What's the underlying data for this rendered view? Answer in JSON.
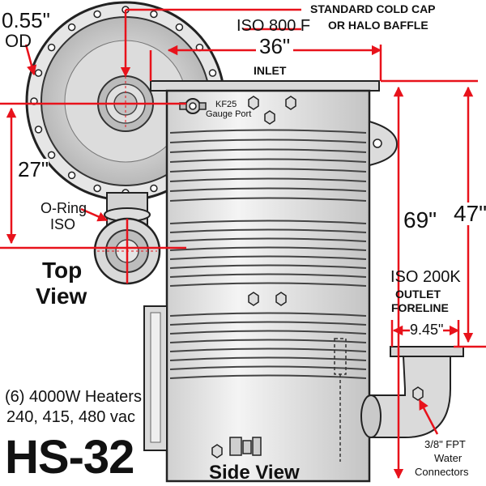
{
  "labels": {
    "od_value": "0.55\"",
    "od_unit": "OD",
    "cap_line1": "STANDARD COLD CAP",
    "cap_line2": "OR HALO BAFFLE",
    "inlet_flange": "ISO 800 F",
    "inlet_width": "36\"",
    "inlet": "INLET",
    "kf25_line1": "KF25",
    "kf25_line2": "Gauge Port",
    "top_dia": "27\"",
    "oring_line1": "O-Ring",
    "oring_line2": "ISO",
    "top_view_line1": "Top",
    "top_view_line2": "View",
    "height_69": "69\"",
    "height_47": "47\"",
    "outlet_flange": "ISO 200K",
    "outlet_line1": "OUTLET",
    "outlet_line2": "FORELINE",
    "outlet_offset": "9.45\"",
    "heaters_line1": "(6) 4000W Heaters",
    "heaters_line2": "240, 415, 480 vac",
    "model": "HS-32",
    "side_view": "Side View",
    "water_line1": "3/8\" FPT",
    "water_line2": "Water",
    "water_line3": "Connectors"
  },
  "colors": {
    "dimension_red": "#e8121b",
    "metal_light": "#e9e9e9",
    "metal_mid": "#c8c8c8",
    "outline": "#222222"
  }
}
